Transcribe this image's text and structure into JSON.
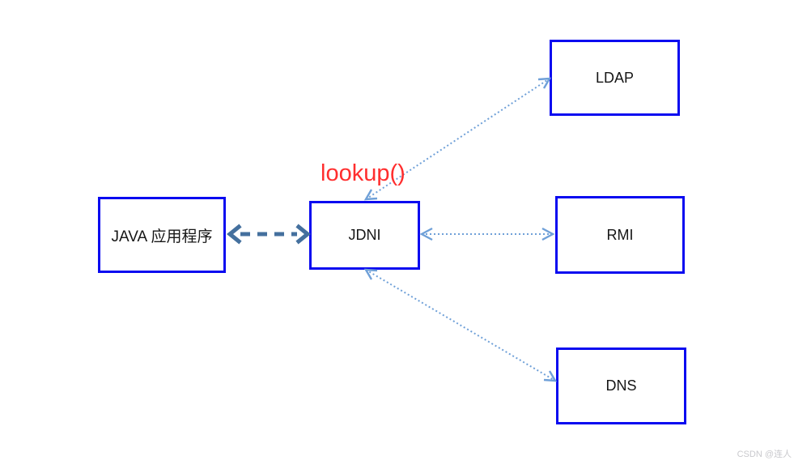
{
  "diagram": {
    "nodes": {
      "java_app": {
        "label": "JAVA 应用程序"
      },
      "jdni": {
        "label": "JDNI"
      },
      "ldap": {
        "label": "LDAP"
      },
      "rmi": {
        "label": "RMI"
      },
      "dns": {
        "label": "DNS"
      }
    },
    "annotation": {
      "text": "lookup()"
    },
    "edges": [
      {
        "from": "JAVA 应用程序",
        "to": "JDNI",
        "style": "dashed",
        "arrows": "both"
      },
      {
        "from": "JDNI",
        "to": "LDAP",
        "style": "dotted",
        "arrows": "both"
      },
      {
        "from": "JDNI",
        "to": "RMI",
        "style": "dotted",
        "arrows": "both"
      },
      {
        "from": "JDNI",
        "to": "DNS",
        "style": "dotted",
        "arrows": "both"
      }
    ],
    "colors": {
      "node_border": "#0a0af0",
      "node_text": "#161616",
      "dashed_arrow": "#44709e",
      "dotted_arrow": "#6fa0d8",
      "annotation_text": "#ff2e2e"
    }
  },
  "watermark": {
    "text": "CSDN @连人",
    "color": "#c9c9cd"
  }
}
